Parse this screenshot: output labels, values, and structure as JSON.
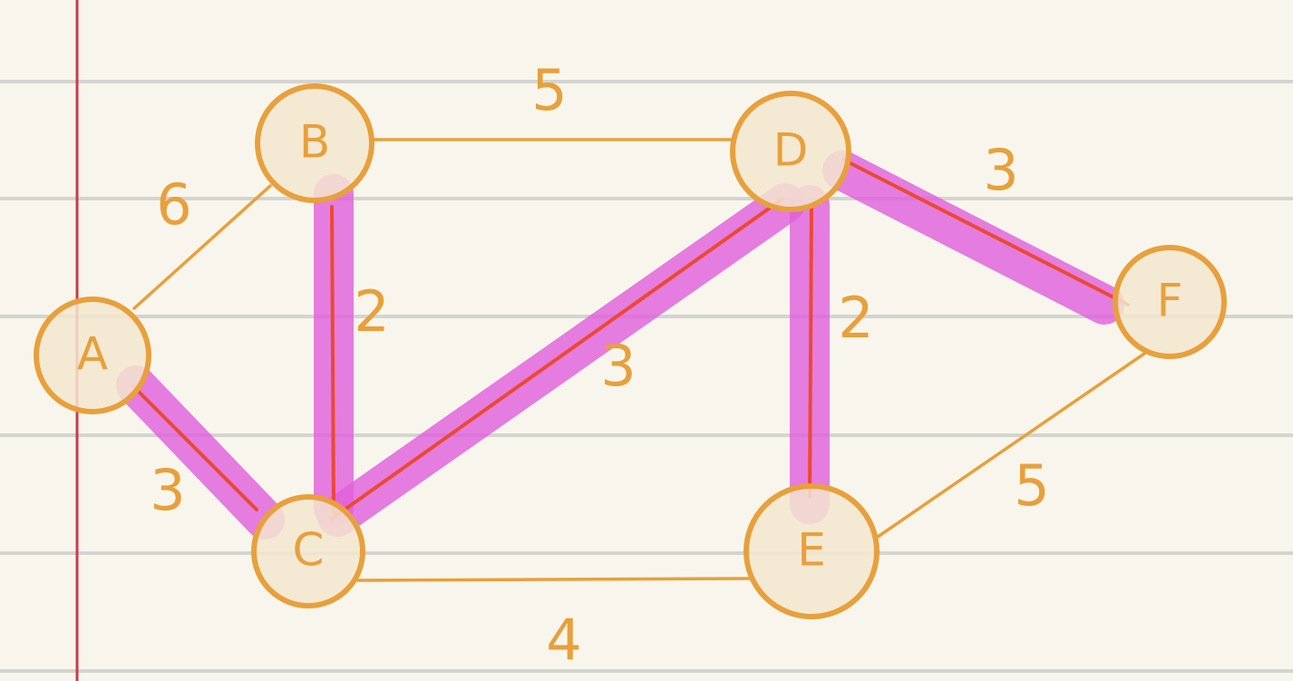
{
  "graph": {
    "nodes": [
      {
        "id": "A",
        "label": "A"
      },
      {
        "id": "B",
        "label": "B"
      },
      {
        "id": "C",
        "label": "C"
      },
      {
        "id": "D",
        "label": "D"
      },
      {
        "id": "E",
        "label": "E"
      },
      {
        "id": "F",
        "label": "F"
      }
    ],
    "edges": [
      {
        "id": "A-B",
        "from": "A",
        "to": "B",
        "weight": "6",
        "highlighted": false
      },
      {
        "id": "A-C",
        "from": "A",
        "to": "C",
        "weight": "3",
        "highlighted": true
      },
      {
        "id": "B-C",
        "from": "B",
        "to": "C",
        "weight": "2",
        "highlighted": true
      },
      {
        "id": "B-D",
        "from": "B",
        "to": "D",
        "weight": "5",
        "highlighted": false
      },
      {
        "id": "C-D",
        "from": "C",
        "to": "D",
        "weight": "3",
        "highlighted": true
      },
      {
        "id": "C-E",
        "from": "C",
        "to": "E",
        "weight": "4",
        "highlighted": false
      },
      {
        "id": "D-E",
        "from": "D",
        "to": "E",
        "weight": "2",
        "highlighted": true
      },
      {
        "id": "D-F",
        "from": "D",
        "to": "F",
        "weight": "3",
        "highlighted": true
      },
      {
        "id": "E-F",
        "from": "E",
        "to": "F",
        "weight": "5",
        "highlighted": false
      }
    ]
  },
  "colors": {
    "paper": "#f8f6ec",
    "rule_line": "#d4d4d0",
    "margin_line": "#cc3a4c",
    "ink": "#e8a03c",
    "node_fill": "#f3e6cf",
    "highlight": "#e060dc",
    "highlight_core": "#ea4a32"
  }
}
